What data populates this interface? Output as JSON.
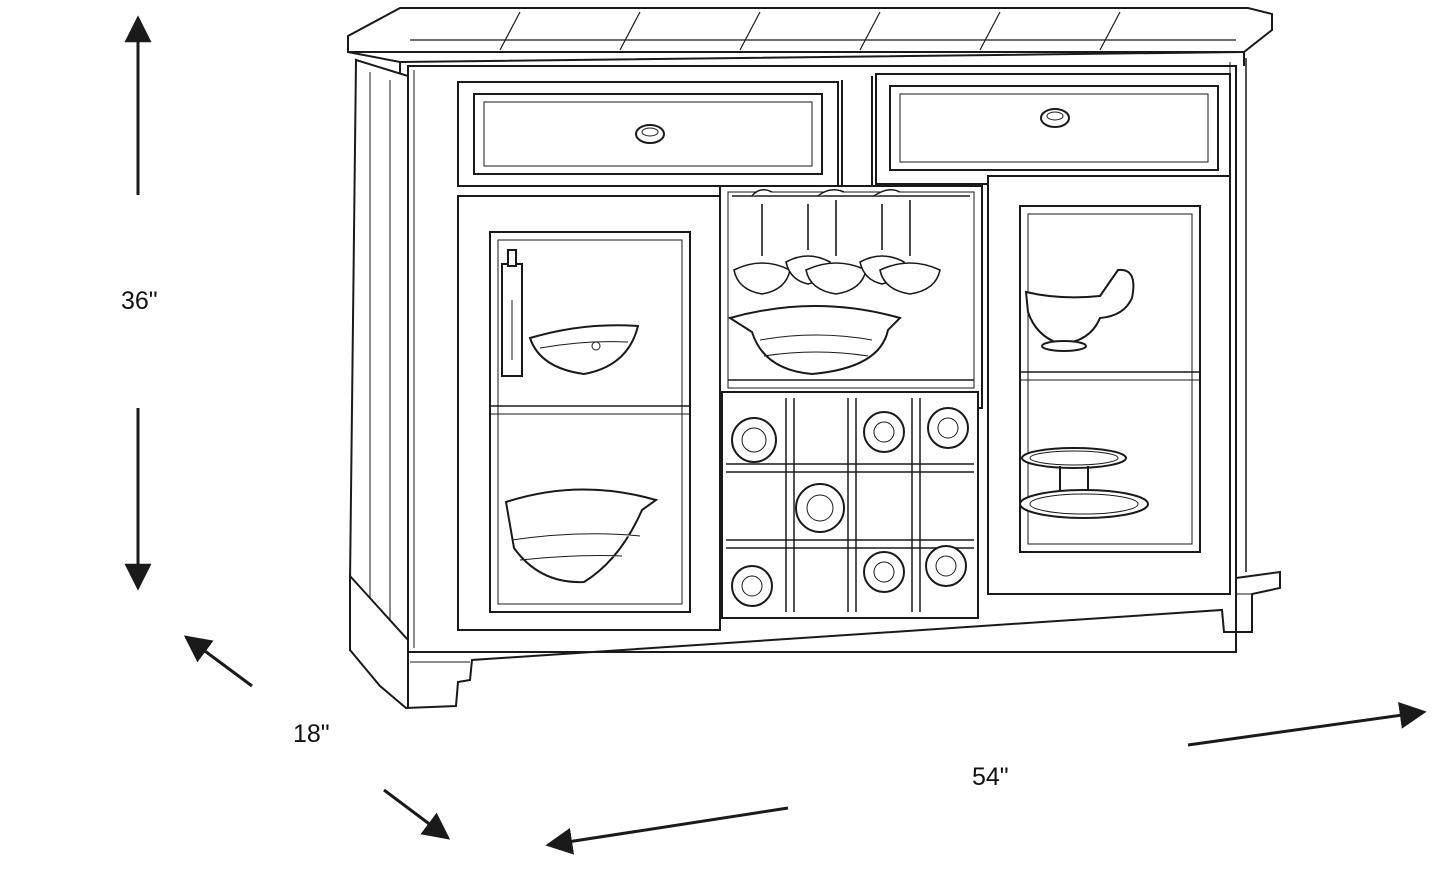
{
  "dimensions": {
    "height": "36\"",
    "depth": "18\"",
    "width": "54\""
  },
  "colors": {
    "line": "#1a1a1a",
    "fill": "#ffffff",
    "shade": "#e6e6e6"
  }
}
